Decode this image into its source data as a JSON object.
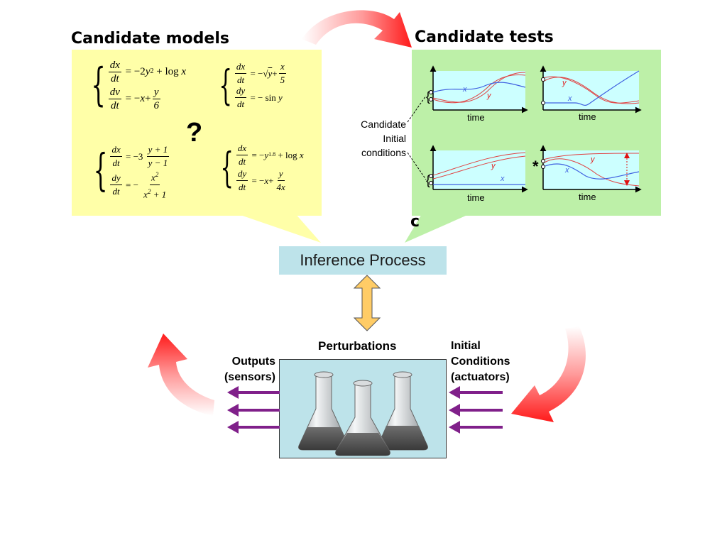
{
  "headings": {
    "candidate_models": "Candidate models",
    "candidate_tests": "Candidate tests"
  },
  "question_mark": "?",
  "panel_letter": "c",
  "candidate_initial_conditions": [
    "Candidate",
    "Initial",
    "conditions"
  ],
  "inference_process": "Inference Process",
  "experiment": {
    "perturbations": "Perturbations",
    "outputs": [
      "Outputs",
      "(sensors)"
    ],
    "initial_conditions": [
      "Initial",
      "Conditions",
      "(actuators)"
    ]
  },
  "plots": {
    "time_label": "time",
    "x_label": "x",
    "y_label": "y",
    "star": "*"
  },
  "colors": {
    "models_panel": "#ffffa8",
    "tests_panel": "#bdf0a8",
    "plot_bg": "#ccffff",
    "inference_box": "#bde3ea",
    "red_arrow": "#ff1a1a",
    "purple_arrow": "#80208a",
    "double_arrow": "#ffcc66"
  },
  "equations": {
    "m1": [
      "dx/dt = −2y² + log x",
      "dv/dt = −x + y/6"
    ],
    "m2": [
      "dx/dt = −√y + x/5",
      "dy/dt = −sin y"
    ],
    "m3": [
      "dx/dt = −3 (y+1)/(y−1)",
      "dy/dt = −x²/(x²+1)"
    ],
    "m4": [
      "dx/dt = −y^1.8 + log x",
      "dy/dt = −x + y/4x"
    ]
  }
}
